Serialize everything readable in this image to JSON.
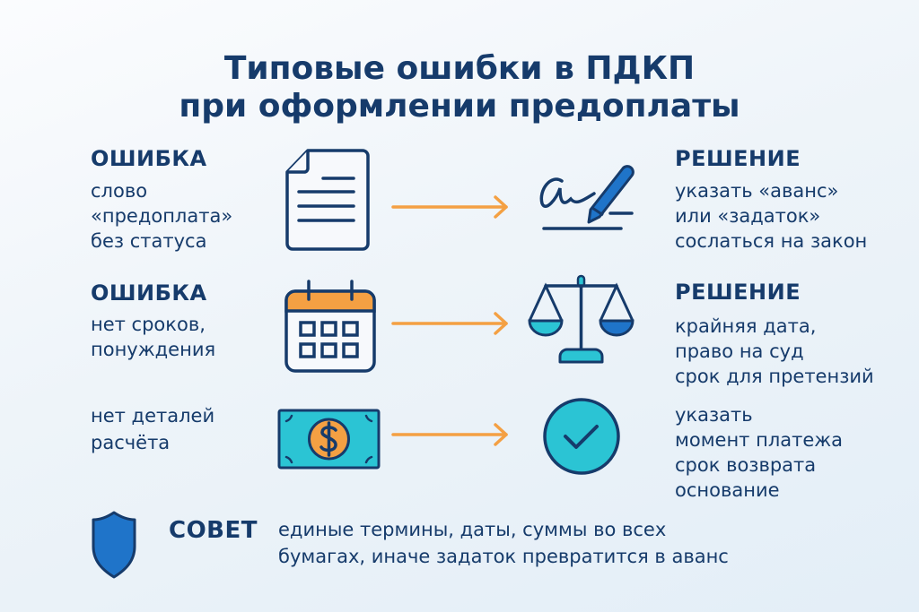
{
  "title": {
    "line1": "Типовые ошибки в ПДКП",
    "line2": "при оформлении предоплаты"
  },
  "rows": [
    {
      "error_heading": "ОШИБКА",
      "error_lines": [
        "слово",
        "«предоплата»",
        "без статуса"
      ],
      "solution_heading": "РЕШЕНИЕ",
      "solution_lines": [
        "указать «аванс»",
        "или «задаток»",
        "сослаться на закон"
      ],
      "left_icon": "document-icon",
      "right_icon": "signature-pen-icon"
    },
    {
      "error_heading": "ОШИБКА",
      "error_lines": [
        "нет сроков,",
        "понуждения"
      ],
      "solution_heading": "РЕШЕНИЕ",
      "solution_lines": [
        "крайняя дата,",
        "право на суд",
        "срок для претензий"
      ],
      "left_icon": "calendar-icon",
      "right_icon": "scales-icon"
    },
    {
      "error_lines": [
        "нет деталей",
        "расчёта"
      ],
      "solution_lines": [
        "указать",
        "момент платежа",
        "срок возврата",
        "основание"
      ],
      "left_icon": "money-bill-icon",
      "right_icon": "check-circle-icon"
    }
  ],
  "tip": {
    "heading": "СОВЕТ",
    "lines": [
      "единые термины, даты, суммы во всех",
      "бумагах, иначе задаток превратится в аванс"
    ],
    "icon": "shield-icon"
  },
  "colors": {
    "navy": "#163b6b",
    "orange": "#f4a043",
    "teal": "#2bc4d4",
    "blue": "#1f74c9"
  }
}
